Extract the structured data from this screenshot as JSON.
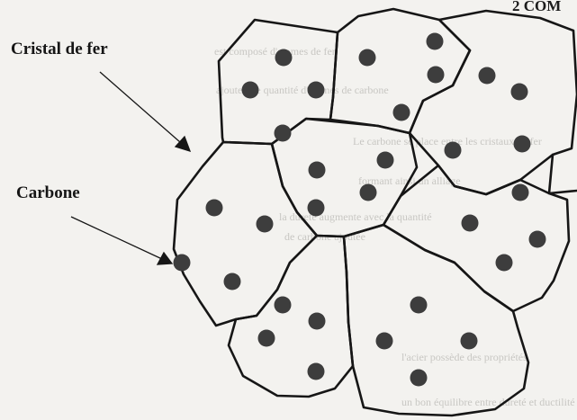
{
  "labels": {
    "iron_crystal": "Cristal de fer",
    "carbon": "Carbone",
    "corner_heading": "2 COM"
  },
  "background_text": [
    "est composé d'atomes de fer",
    "ajoute une quantité d'atomes de carbone",
    "Le carbone se place entre les cristaux de fer",
    "formant ainsi un alliage",
    "la dureté augmente avec la quantité",
    "de carbone ajoutée",
    "l'acier possède des propriétés",
    "un bon équilibre entre dureté et ductilité"
  ],
  "colors": {
    "stroke": "#161616",
    "atom": "#3d3d3d",
    "background": "#f3f2ef"
  }
}
